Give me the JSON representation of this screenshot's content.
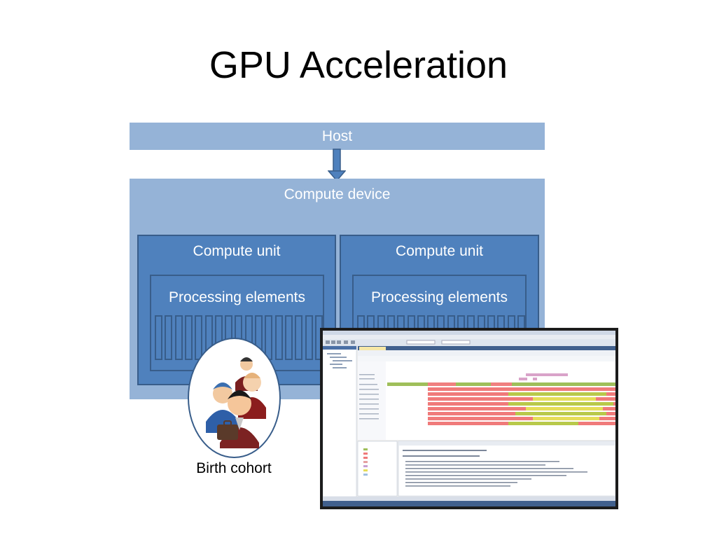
{
  "title": "GPU Acceleration",
  "host": {
    "label": "Host"
  },
  "device": {
    "label": "Compute device",
    "units": [
      {
        "label": "Compute unit",
        "pe_label": "Processing elements"
      },
      {
        "label": "Compute unit",
        "pe_label": "Processing elements"
      }
    ]
  },
  "cohort": {
    "label": "Birth cohort"
  },
  "colors": {
    "host_fill": "#95b3d7",
    "unit_fill": "#4f81bd",
    "border": "#385d8a",
    "arrow": "#4f81bd"
  },
  "icons": [
    "people-group-icon",
    "profiler-screenshot"
  ]
}
